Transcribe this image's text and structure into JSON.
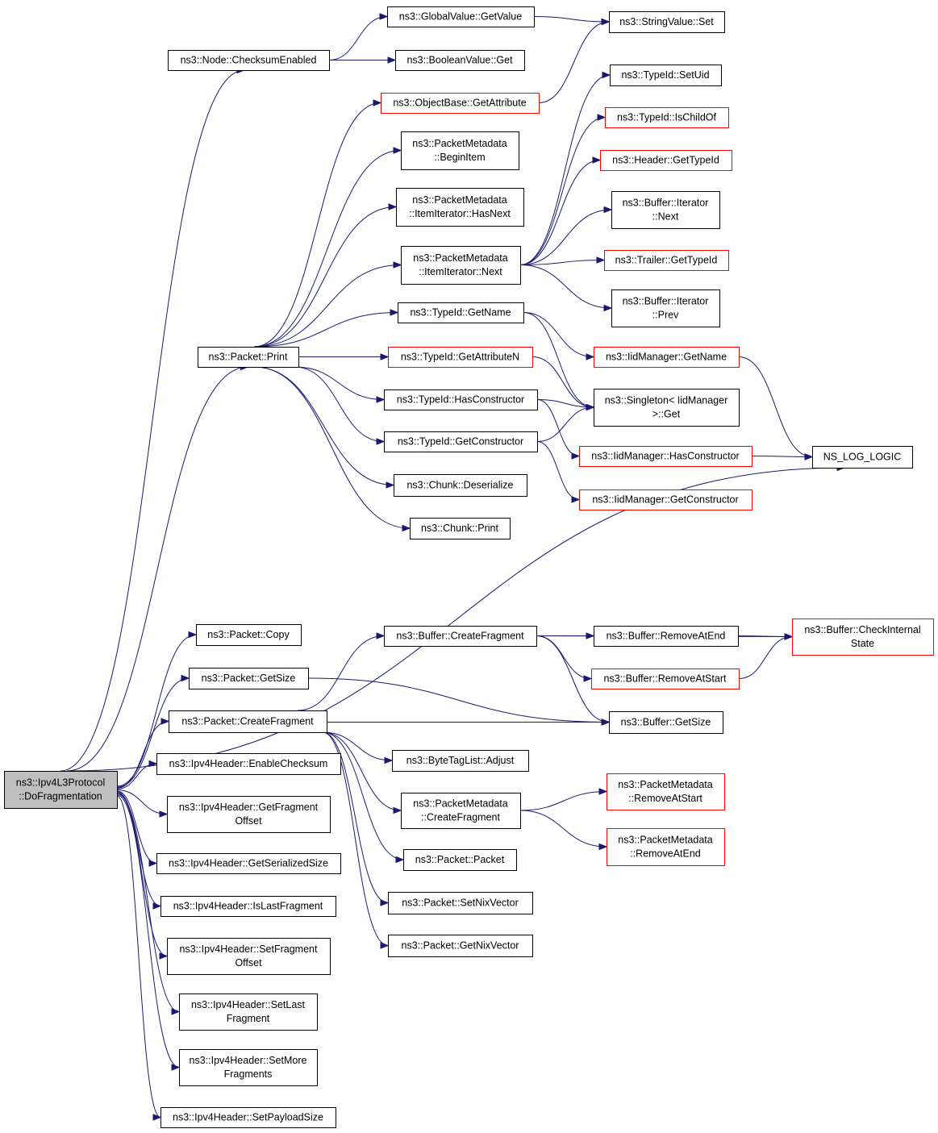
{
  "graph": {
    "title": "",
    "colors": {
      "edge": "#191970",
      "node_border": "#000000",
      "truncated_border": "#ff0000",
      "root_fill": "#bfbfbf",
      "node_fill": "#ffffff"
    },
    "nodes": [
      {
        "id": "root",
        "lines": [
          "ns3::Ipv4L3Protocol",
          "::DoFragmentation"
        ],
        "style": "root"
      },
      {
        "id": "checksumEnabled",
        "lines": [
          "ns3::Node::ChecksumEnabled"
        ],
        "style": "normal"
      },
      {
        "id": "globalGetValue",
        "lines": [
          "ns3::GlobalValue::GetValue"
        ],
        "style": "normal"
      },
      {
        "id": "booleanGet",
        "lines": [
          "ns3::BooleanValue::Get"
        ],
        "style": "normal"
      },
      {
        "id": "stringSet",
        "lines": [
          "ns3::StringValue::Set"
        ],
        "style": "normal"
      },
      {
        "id": "objGetAttr",
        "lines": [
          "ns3::ObjectBase::GetAttribute"
        ],
        "style": "truncated"
      },
      {
        "id": "pmBeginItem",
        "lines": [
          "ns3::PacketMetadata",
          "::BeginItem"
        ],
        "style": "normal"
      },
      {
        "id": "pmHasNext",
        "lines": [
          "ns3::PacketMetadata",
          "::ItemIterator::HasNext"
        ],
        "style": "normal"
      },
      {
        "id": "pmNext",
        "lines": [
          "ns3::PacketMetadata",
          "::ItemIterator::Next"
        ],
        "style": "normal"
      },
      {
        "id": "typeGetName",
        "lines": [
          "ns3::TypeId::GetName"
        ],
        "style": "normal"
      },
      {
        "id": "packetPrint",
        "lines": [
          "ns3::Packet::Print"
        ],
        "style": "normal"
      },
      {
        "id": "typeGetAttrN",
        "lines": [
          "ns3::TypeId::GetAttributeN"
        ],
        "style": "truncated"
      },
      {
        "id": "typeHasCtor",
        "lines": [
          "ns3::TypeId::HasConstructor"
        ],
        "style": "normal"
      },
      {
        "id": "typeGetCtor",
        "lines": [
          "ns3::TypeId::GetConstructor"
        ],
        "style": "normal"
      },
      {
        "id": "chunkDeser",
        "lines": [
          "ns3::Chunk::Deserialize"
        ],
        "style": "normal"
      },
      {
        "id": "chunkPrint",
        "lines": [
          "ns3::Chunk::Print"
        ],
        "style": "normal"
      },
      {
        "id": "typeSetUid",
        "lines": [
          "ns3::TypeId::SetUid"
        ],
        "style": "normal"
      },
      {
        "id": "typeIsChildOf",
        "lines": [
          "ns3::TypeId::IsChildOf"
        ],
        "style": "truncated"
      },
      {
        "id": "headerGetTypeId",
        "lines": [
          "ns3::Header::GetTypeId"
        ],
        "style": "truncated"
      },
      {
        "id": "bufIterNext",
        "lines": [
          "ns3::Buffer::Iterator",
          "::Next"
        ],
        "style": "normal"
      },
      {
        "id": "trailerGetTypeId",
        "lines": [
          "ns3::Trailer::GetTypeId"
        ],
        "style": "truncated"
      },
      {
        "id": "bufIterPrev",
        "lines": [
          "ns3::Buffer::Iterator",
          "::Prev"
        ],
        "style": "normal"
      },
      {
        "id": "iidGetName",
        "lines": [
          "ns3::IidManager::GetName"
        ],
        "style": "truncated"
      },
      {
        "id": "singletonGet",
        "lines": [
          "ns3::Singleton< IidManager",
          " >::Get"
        ],
        "style": "normal"
      },
      {
        "id": "iidHasCtor",
        "lines": [
          "ns3::IidManager::HasConstructor"
        ],
        "style": "truncated"
      },
      {
        "id": "iidGetCtor",
        "lines": [
          "ns3::IidManager::GetConstructor"
        ],
        "style": "truncated"
      },
      {
        "id": "nsLogLogic",
        "lines": [
          "NS_LOG_LOGIC"
        ],
        "style": "normal"
      },
      {
        "id": "packetCopy",
        "lines": [
          "ns3::Packet::Copy"
        ],
        "style": "normal"
      },
      {
        "id": "packetGetSize",
        "lines": [
          "ns3::Packet::GetSize"
        ],
        "style": "normal"
      },
      {
        "id": "packetCreateFrag",
        "lines": [
          "ns3::Packet::CreateFragment"
        ],
        "style": "normal"
      },
      {
        "id": "ipEnableChecksum",
        "lines": [
          "ns3::Ipv4Header::EnableChecksum"
        ],
        "style": "normal"
      },
      {
        "id": "ipGetFragOffset",
        "lines": [
          "ns3::Ipv4Header::GetFragment",
          "Offset"
        ],
        "style": "normal"
      },
      {
        "id": "ipGetSerSize",
        "lines": [
          "ns3::Ipv4Header::GetSerializedSize"
        ],
        "style": "normal"
      },
      {
        "id": "ipIsLastFrag",
        "lines": [
          "ns3::Ipv4Header::IsLastFragment"
        ],
        "style": "normal"
      },
      {
        "id": "ipSetFragOffset",
        "lines": [
          "ns3::Ipv4Header::SetFragment",
          "Offset"
        ],
        "style": "normal"
      },
      {
        "id": "ipSetLastFrag",
        "lines": [
          "ns3::Ipv4Header::SetLast",
          "Fragment"
        ],
        "style": "normal"
      },
      {
        "id": "ipSetMoreFrags",
        "lines": [
          "ns3::Ipv4Header::SetMore",
          "Fragments"
        ],
        "style": "normal"
      },
      {
        "id": "ipSetPayloadSize",
        "lines": [
          "ns3::Ipv4Header::SetPayloadSize"
        ],
        "style": "normal"
      },
      {
        "id": "bufCreateFrag",
        "lines": [
          "ns3::Buffer::CreateFragment"
        ],
        "style": "normal"
      },
      {
        "id": "bufRemoveAtEnd",
        "lines": [
          "ns3::Buffer::RemoveAtEnd"
        ],
        "style": "normal"
      },
      {
        "id": "bufRemoveAtStart",
        "lines": [
          "ns3::Buffer::RemoveAtStart"
        ],
        "style": "truncated"
      },
      {
        "id": "bufCheckInternal",
        "lines": [
          "ns3::Buffer::CheckInternal",
          "State"
        ],
        "style": "truncated"
      },
      {
        "id": "bufGetSize",
        "lines": [
          "ns3::Buffer::GetSize"
        ],
        "style": "normal"
      },
      {
        "id": "byteTagAdjust",
        "lines": [
          "ns3::ByteTagList::Adjust"
        ],
        "style": "normal"
      },
      {
        "id": "pmCreateFrag",
        "lines": [
          "ns3::PacketMetadata",
          "::CreateFragment"
        ],
        "style": "normal"
      },
      {
        "id": "pmRemoveAtStart",
        "lines": [
          "ns3::PacketMetadata",
          "::RemoveAtStart"
        ],
        "style": "truncated"
      },
      {
        "id": "pmRemoveAtEnd",
        "lines": [
          "ns3::PacketMetadata",
          "::RemoveAtEnd"
        ],
        "style": "truncated"
      },
      {
        "id": "packetCtor",
        "lines": [
          "ns3::Packet::Packet"
        ],
        "style": "normal"
      },
      {
        "id": "packetSetNix",
        "lines": [
          "ns3::Packet::SetNixVector"
        ],
        "style": "normal"
      },
      {
        "id": "packetGetNix",
        "lines": [
          "ns3::Packet::GetNixVector"
        ],
        "style": "normal"
      }
    ],
    "edges": [
      [
        "root",
        "checksumEnabled"
      ],
      [
        "root",
        "packetPrint"
      ],
      [
        "root",
        "nsLogLogic"
      ],
      [
        "root",
        "packetCopy"
      ],
      [
        "root",
        "packetGetSize"
      ],
      [
        "root",
        "packetCreateFrag"
      ],
      [
        "root",
        "ipEnableChecksum"
      ],
      [
        "root",
        "ipGetFragOffset"
      ],
      [
        "root",
        "ipGetSerSize"
      ],
      [
        "root",
        "ipIsLastFrag"
      ],
      [
        "root",
        "ipSetFragOffset"
      ],
      [
        "root",
        "ipSetLastFrag"
      ],
      [
        "root",
        "ipSetMoreFrags"
      ],
      [
        "root",
        "ipSetPayloadSize"
      ],
      [
        "checksumEnabled",
        "globalGetValue"
      ],
      [
        "checksumEnabled",
        "booleanGet"
      ],
      [
        "globalGetValue",
        "stringSet"
      ],
      [
        "objGetAttr",
        "stringSet"
      ],
      [
        "packetPrint",
        "objGetAttr"
      ],
      [
        "packetPrint",
        "pmBeginItem"
      ],
      [
        "packetPrint",
        "pmHasNext"
      ],
      [
        "packetPrint",
        "pmNext"
      ],
      [
        "packetPrint",
        "typeGetName"
      ],
      [
        "packetPrint",
        "typeGetAttrN"
      ],
      [
        "packetPrint",
        "typeHasCtor"
      ],
      [
        "packetPrint",
        "typeGetCtor"
      ],
      [
        "packetPrint",
        "chunkDeser"
      ],
      [
        "packetPrint",
        "chunkPrint"
      ],
      [
        "pmNext",
        "typeSetUid"
      ],
      [
        "pmNext",
        "typeIsChildOf"
      ],
      [
        "pmNext",
        "headerGetTypeId"
      ],
      [
        "pmNext",
        "bufIterNext"
      ],
      [
        "pmNext",
        "trailerGetTypeId"
      ],
      [
        "pmNext",
        "bufIterPrev"
      ],
      [
        "typeGetName",
        "iidGetName"
      ],
      [
        "typeGetName",
        "singletonGet"
      ],
      [
        "typeGetAttrN",
        "singletonGet"
      ],
      [
        "typeHasCtor",
        "singletonGet"
      ],
      [
        "typeHasCtor",
        "iidHasCtor"
      ],
      [
        "typeGetCtor",
        "singletonGet"
      ],
      [
        "typeGetCtor",
        "iidGetCtor"
      ],
      [
        "iidGetName",
        "nsLogLogic"
      ],
      [
        "iidHasCtor",
        "nsLogLogic"
      ],
      [
        "packetGetSize",
        "bufGetSize"
      ],
      [
        "packetCreateFrag",
        "bufCreateFrag"
      ],
      [
        "packetCreateFrag",
        "bufGetSize"
      ],
      [
        "packetCreateFrag",
        "byteTagAdjust"
      ],
      [
        "packetCreateFrag",
        "pmCreateFrag"
      ],
      [
        "packetCreateFrag",
        "packetCtor"
      ],
      [
        "packetCreateFrag",
        "packetSetNix"
      ],
      [
        "packetCreateFrag",
        "packetGetNix"
      ],
      [
        "bufCreateFrag",
        "bufRemoveAtEnd"
      ],
      [
        "bufCreateFrag",
        "bufRemoveAtStart"
      ],
      [
        "bufCreateFrag",
        "bufCheckInternal"
      ],
      [
        "bufCreateFrag",
        "bufGetSize"
      ],
      [
        "bufRemoveAtEnd",
        "bufCheckInternal"
      ],
      [
        "bufRemoveAtStart",
        "bufCheckInternal"
      ],
      [
        "pmCreateFrag",
        "pmRemoveAtStart"
      ],
      [
        "pmCreateFrag",
        "pmRemoveAtEnd"
      ]
    ]
  }
}
